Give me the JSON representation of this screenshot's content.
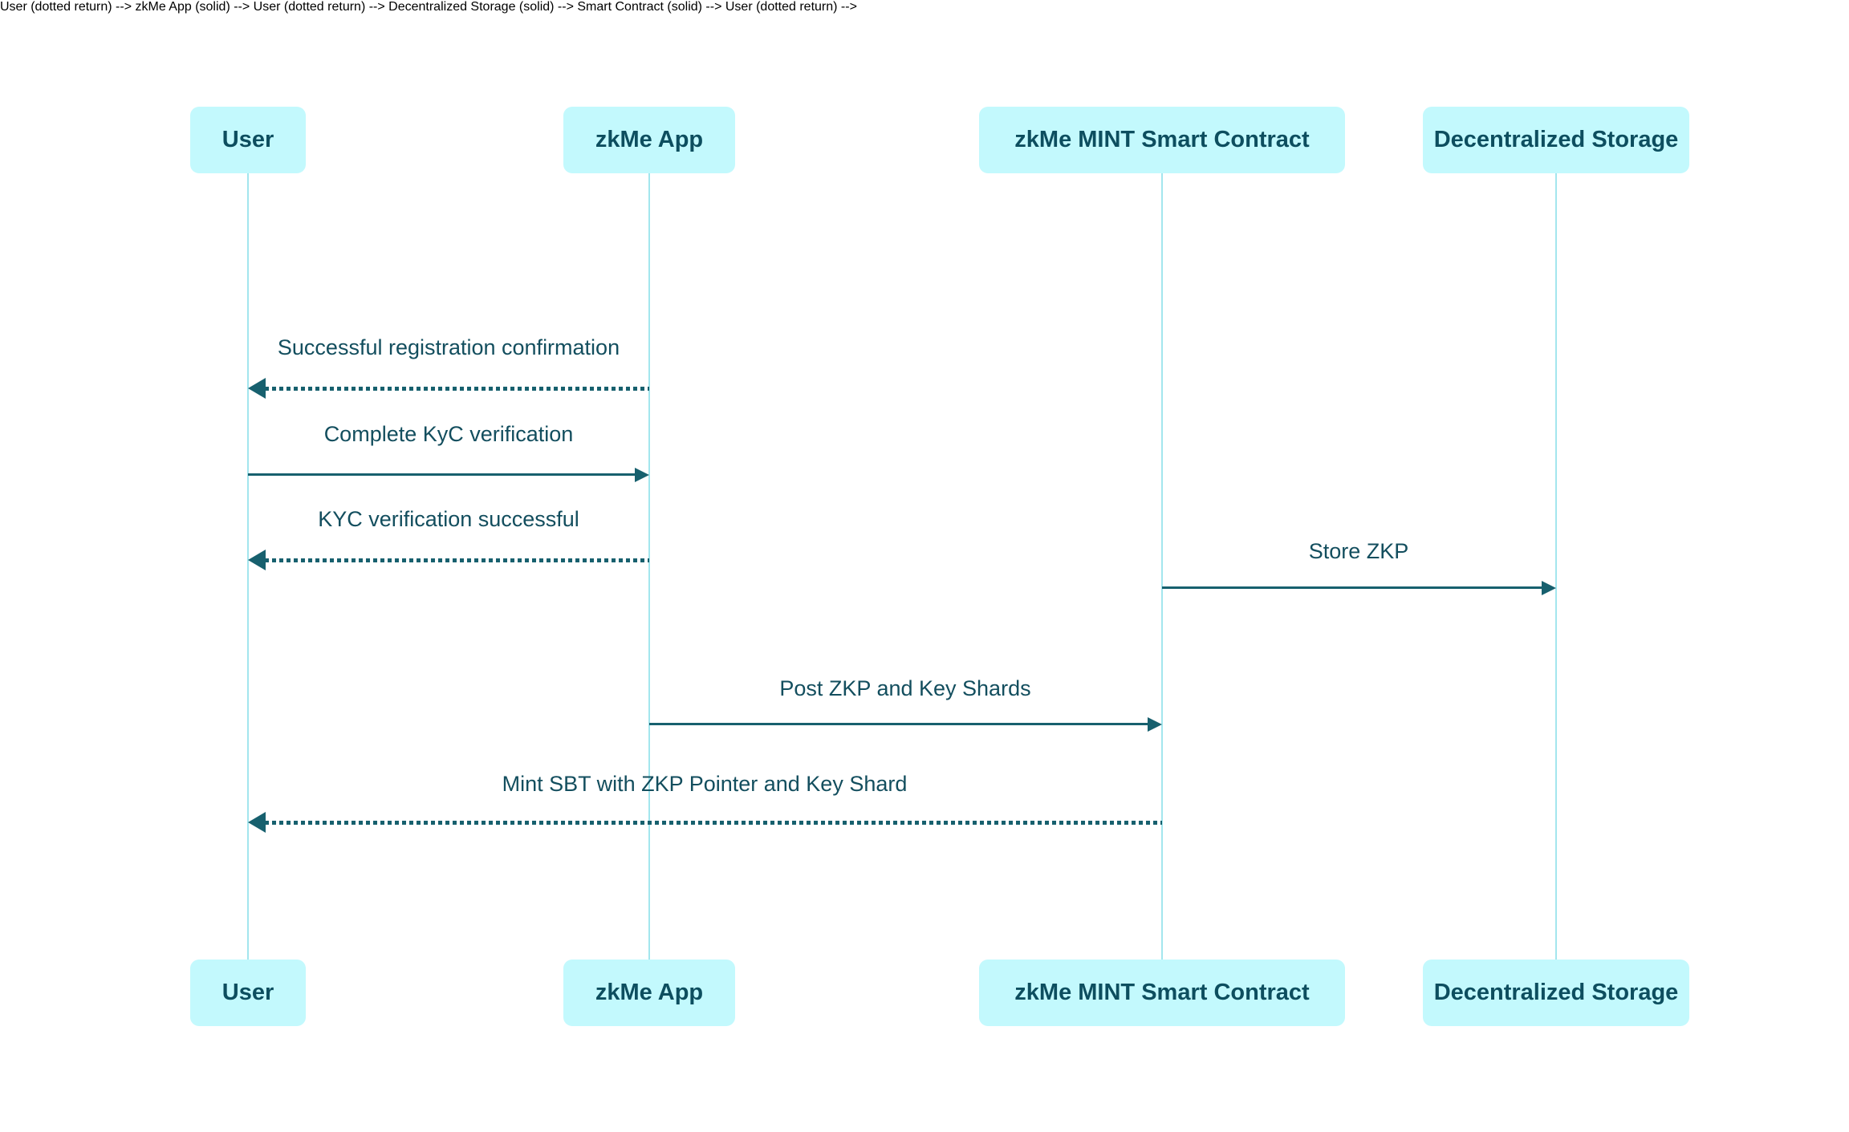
{
  "diagram": {
    "type": "sequence-diagram",
    "actors": [
      {
        "id": "user",
        "label": "User"
      },
      {
        "id": "zkme-app",
        "label": "zkMe App"
      },
      {
        "id": "zkme-mint-smart-contract",
        "label": "zkMe MINT Smart Contract"
      },
      {
        "id": "decentralized-storage",
        "label": "Decentralized Storage"
      }
    ],
    "messages": [
      {
        "from": "zkme-app",
        "to": "user",
        "label": "Successful registration confirmation",
        "style": "dotted",
        "direction": "left"
      },
      {
        "from": "user",
        "to": "zkme-app",
        "label": "Complete KyC verification",
        "style": "solid",
        "direction": "right"
      },
      {
        "from": "zkme-app",
        "to": "user",
        "label": "KYC verification successful",
        "style": "dotted",
        "direction": "left"
      },
      {
        "from": "zkme-mint-smart-contract",
        "to": "decentralized-storage",
        "label": "Store ZKP",
        "style": "solid",
        "direction": "right"
      },
      {
        "from": "zkme-app",
        "to": "zkme-mint-smart-contract",
        "label": "Post ZKP and Key Shards",
        "style": "solid",
        "direction": "right"
      },
      {
        "from": "zkme-mint-smart-contract",
        "to": "user",
        "label": "Mint SBT with ZKP Pointer and Key Shard",
        "style": "dotted",
        "direction": "left"
      }
    ],
    "colors": {
      "background": "#ffffff",
      "actor_fill": "#c3f9fd",
      "actor_text": "#0d4e5f",
      "lifeline": "#a3e6ee",
      "message_line": "#17606e",
      "message_text": "#134e5e"
    }
  }
}
